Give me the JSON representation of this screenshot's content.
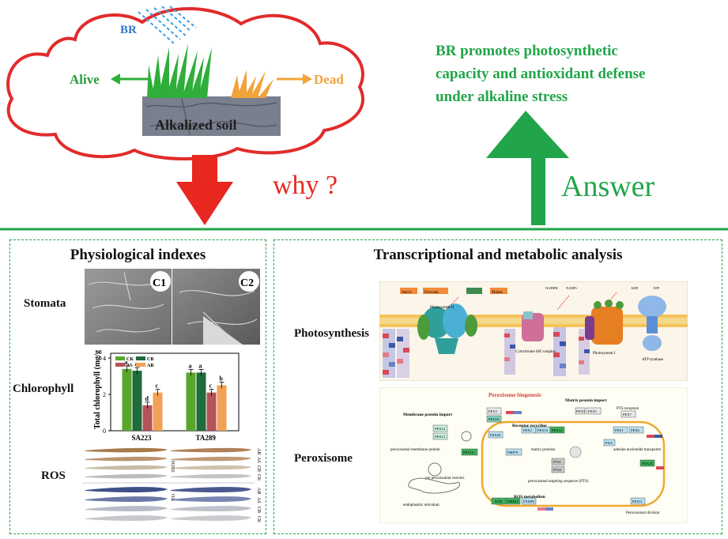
{
  "top": {
    "br_label": "BR",
    "alive_label": "Alive",
    "dead_label": "Dead",
    "soil_label": "Alkalized soil",
    "why_label": "why ?",
    "answer_label": "Answer",
    "conclusion": [
      "BR promotes photosynthetic",
      "capacity and antioxidant defense",
      "under alkaline stress"
    ]
  },
  "left_panel": {
    "title": "Physiological indexes",
    "rows": [
      "Stomata",
      "Chlorophyll",
      "ROS"
    ],
    "stomata_tags": [
      "C1",
      "C2"
    ],
    "chlorophyll": {
      "ylabel": "Total chlorophyll (mg/g)",
      "legend": [
        "CK",
        "CB",
        "AS",
        "AB"
      ],
      "ros_stains": [
        "H2O2",
        "O2-"
      ],
      "ros_groups": [
        "CK",
        "CB",
        "AS",
        "AB"
      ]
    }
  },
  "right_panel": {
    "title": "Transcriptional and metabolic analysis",
    "rows": [
      "Photosynthesis",
      "Peroxisome"
    ],
    "photo_labels": {
      "starch": "Starch",
      "pyr": "Pyruvate",
      "malate": "Malate",
      "nadph": "NADPH",
      "nadp": "NADP+",
      "adp": "ADP",
      "atp": "ATP",
      "ps2": "Photosystem II",
      "ps1": "Photosystem I",
      "cyt": "Cytochrome b6f complex",
      "atpsyn": "ATP synthase"
    },
    "perox_labels": {
      "title": "Peroxisome biogenesis",
      "matrix_import": "Matrix protein import",
      "membrane_import": "Membrane protein import",
      "pts_receptors": "PTS receptors",
      "receptor_recycling": "Receptor recycling",
      "matrix_proteins": "matrix proteins",
      "perox_membrane": "peroxisomal membrane protein",
      "adenine": "adenine nucleotide transporter",
      "pts": "peroxisomal targeting sequence (PTS)",
      "pre_vesicle": "pre peroxisomal vesicles",
      "er": "endoplasmic reticulum",
      "ros_metab": "ROS metabolism",
      "division": "Peroxisomal division",
      "pex5": "PEX5",
      "pex7": "PEX7",
      "pex14": "PEX14",
      "pex13": "PEX13",
      "pex16": "PEX16",
      "pex1": "PEX1",
      "pex6": "PEX6",
      "pex12": "PEX12",
      "pex10": "PEX10",
      "pex2": "PEX2",
      "pex26": "PEX26",
      "pex11": "PEX11",
      "pex19": "PEX19",
      "pex3": "PEX3",
      "pmp70": "PMP70",
      "pmp22": "PMP22",
      "pxmp4": "PXMP4",
      "sod": "SOD",
      "pex4": "PEX4",
      "pts2": "PTS2",
      "pts1": "PTS1",
      "pxa": "PXA",
      "pxa14": "PXA14"
    }
  },
  "chart_data": {
    "type": "bar",
    "categories": [
      "SA223",
      "TA289"
    ],
    "ylabel": "Total chlorophyll (mg/g)",
    "ylim": [
      0,
      4
    ],
    "yticks": [
      "0",
      "2",
      "4"
    ],
    "series": [
      {
        "name": "CK",
        "values": [
          3.4,
          3.2
        ],
        "letters": [
          "a",
          "a"
        ],
        "color": "#5aa62d"
      },
      {
        "name": "CB",
        "values": [
          3.3,
          3.2
        ],
        "letters": [
          "a",
          "a"
        ],
        "color": "#1f6b3a"
      },
      {
        "name": "AS",
        "values": [
          1.4,
          2.1
        ],
        "letters": [
          "d",
          "c"
        ],
        "color": "#b5525a"
      },
      {
        "name": "AB",
        "values": [
          2.1,
          2.5
        ],
        "letters": [
          "c",
          "b"
        ],
        "color": "#f2a157"
      }
    ]
  }
}
